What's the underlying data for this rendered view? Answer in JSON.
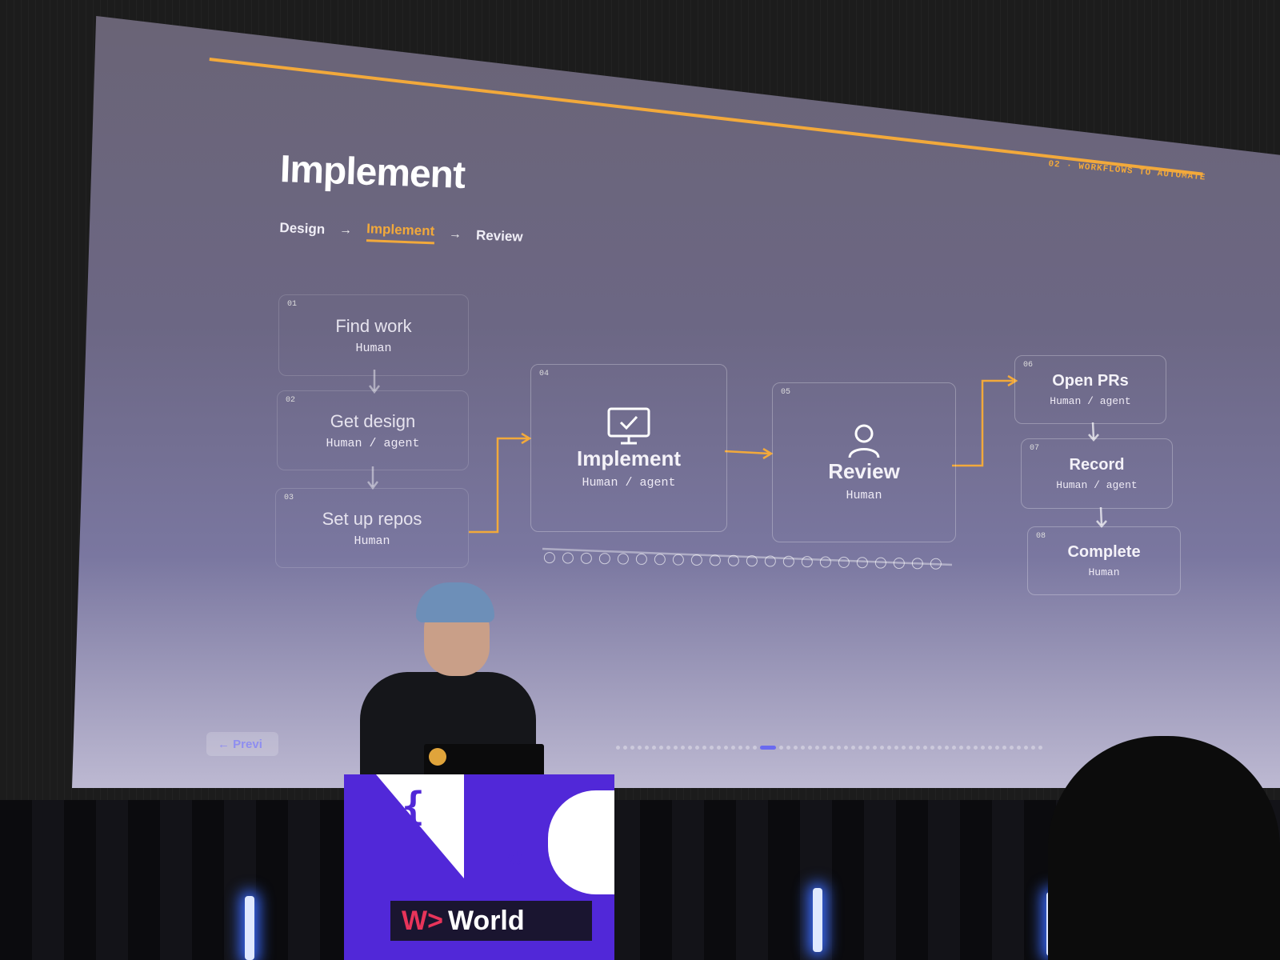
{
  "slide": {
    "title": "Implement",
    "section_tag": "02 · WORKFLOWS TO AUTOMATE",
    "breadcrumb": [
      {
        "label": "Design",
        "active": false
      },
      {
        "label": "Implement",
        "active": true
      },
      {
        "label": "Review",
        "active": false
      }
    ],
    "steps": [
      {
        "num": "01",
        "name": "Find work",
        "role": "Human"
      },
      {
        "num": "02",
        "name": "Get design",
        "role": "Human / agent"
      },
      {
        "num": "03",
        "name": "Set up repos",
        "role": "Human"
      },
      {
        "num": "04",
        "name": "Implement",
        "role": "Human / agent",
        "icon": "monitor-check-icon"
      },
      {
        "num": "05",
        "name": "Review",
        "role": "Human",
        "icon": "person-icon"
      },
      {
        "num": "06",
        "name": "Open PRs",
        "role": "Human / agent"
      },
      {
        "num": "07",
        "name": "Record",
        "role": "Human / agent"
      },
      {
        "num": "08",
        "name": "Complete",
        "role": "Human"
      }
    ],
    "nav_prev": "← Previ",
    "accent_color": "#f2a93b"
  },
  "podium": {
    "brand": "World"
  }
}
